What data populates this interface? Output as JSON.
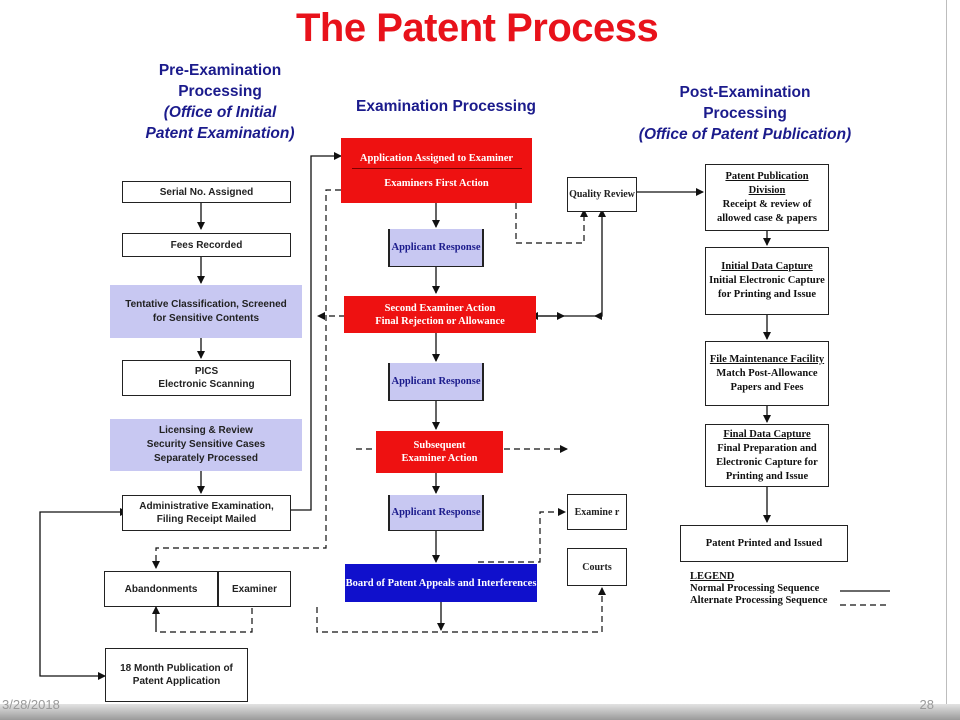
{
  "title": "The Patent Process",
  "headers": {
    "pre": {
      "line1": "Pre-Examination",
      "line2": "Processing",
      "line3": "(Office of Initial",
      "line4": "Patent Examination)"
    },
    "exam": "Examination Processing",
    "post": {
      "line1": "Post-Examination",
      "line2": "Processing",
      "line3": "(Office of Patent Publication)"
    }
  },
  "pre_boxes": {
    "serial": "Serial No. Assigned",
    "fees": "Fees Recorded",
    "tentative": "Tentative Classification, Screened for Sensitive Contents",
    "pics_1": "PICS",
    "pics_2": "Electronic Scanning",
    "licensing_1": "Licensing & Review",
    "licensing_2": "Security Sensitive Cases",
    "licensing_3": "Separately Processed",
    "admin": "Administrative Examination, Filing Receipt Mailed",
    "abandonments": "Abandonments",
    "examiner": "Examiner",
    "month18": "18 Month Publication of Patent Application"
  },
  "exam_boxes": {
    "assigned": "Application Assigned to Examiner",
    "first_action": "Examiners First Action",
    "response1": "Applicant Response",
    "second_1": "Second Examiner Action",
    "second_2": "Final Rejection or Allowance",
    "response2": "Applicant Response",
    "subsequent": "Subsequent Examiner Action",
    "response3": "Applicant Response",
    "board": "Board of Patent Appeals and Interferences"
  },
  "side_boxes": {
    "quality": "Quality Review",
    "examiner": "Examine r",
    "courts": "Courts"
  },
  "post_boxes": {
    "ppd_title": "Patent Publication Division",
    "ppd_body": "Receipt & review of allowed case & papers",
    "idc_title": "Initial Data Capture",
    "idc_body": "Initial Electronic Capture for Printing and Issue",
    "fmf_title": "File Maintenance Facility",
    "fmf_body": "Match Post-Allowance Papers and Fees",
    "fdc_title": "Final Data Capture",
    "fdc_body": "Final Preparation and Electronic Capture for Printing and Issue",
    "printed": "Patent Printed and Issued"
  },
  "legend": {
    "title": "LEGEND",
    "normal": "Normal Processing Sequence",
    "alternate": "Alternate Processing Sequence"
  },
  "footer": {
    "date": "3/28/2018",
    "page": "28"
  },
  "colors": {
    "title": "#e8121b",
    "header": "#1b1b8c",
    "red_box": "#ee1111",
    "blue_box": "#1010cc",
    "lavender_box": "#c8c8f2"
  }
}
